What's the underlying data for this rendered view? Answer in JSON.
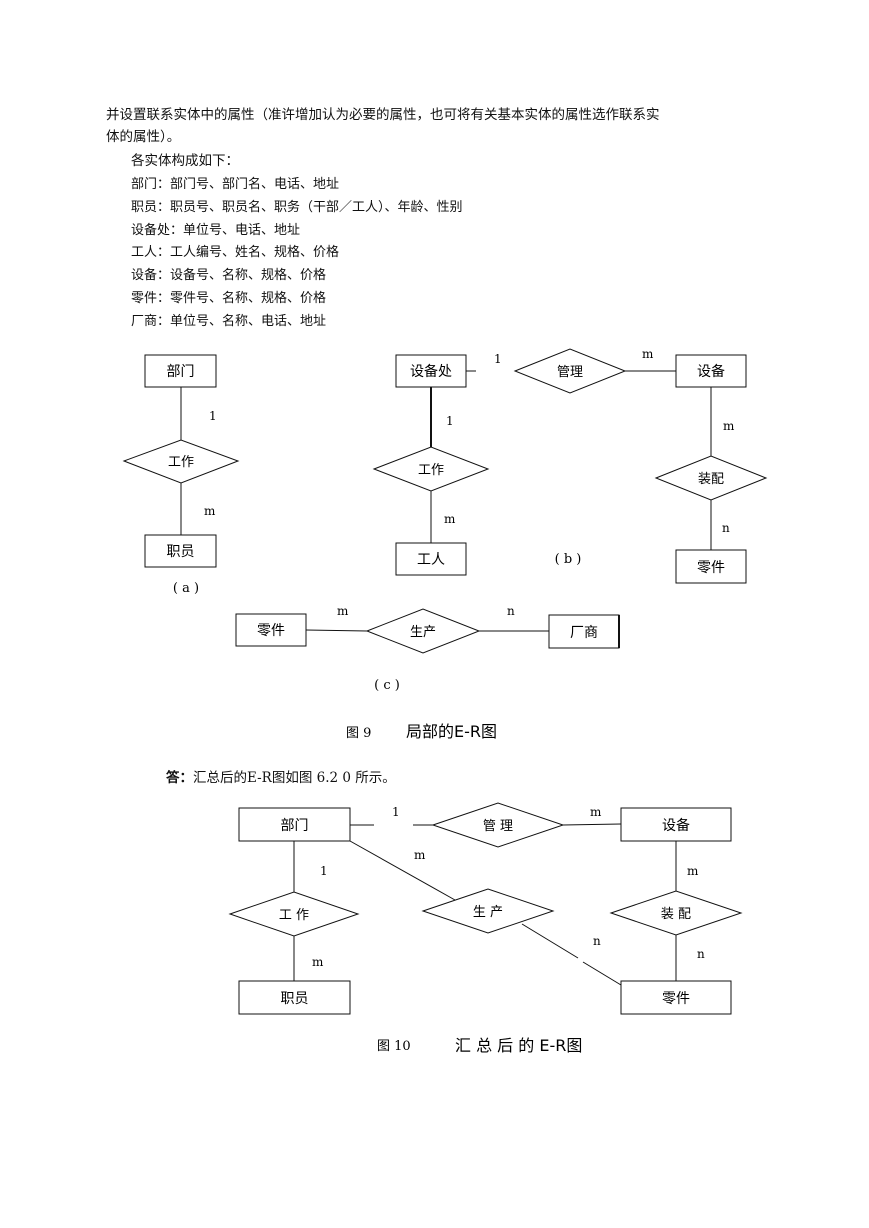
{
  "intro": {
    "line1": "并设置联系实体中的属性（准许增加认为必要的属性，也可将有关基本实体的属性选作联系实",
    "line2": "体的属性）。",
    "heading": "各实体构成如下：",
    "entities": [
      "部门：部门号、部门名、电话、地址",
      "职员：职员号、职员名、职务（干部／工人）、年龄、性别",
      "设备处：单位号、电话、地址",
      "工人：工人编号、姓名、规格、价格",
      "设备：设备号、名称、规格、价格",
      "零件：零件号、名称、规格、价格",
      "厂商：单位号、名称、电话、地址"
    ]
  },
  "fig9": {
    "a": {
      "entity_top": "部门",
      "relation": "工作",
      "entity_bottom": "职员",
      "card_top": "1",
      "card_bottom": "m",
      "label": "( a )"
    },
    "b": {
      "entity_office": "设备处",
      "relation_manage": "管理",
      "entity_equipment": "设备",
      "relation_work": "工作",
      "entity_worker": "工人",
      "relation_assemble": "装配",
      "entity_part": "零件",
      "card_office_manage": "1",
      "card_manage_equipment": "m",
      "card_office_work": "1",
      "card_work_worker": "m",
      "card_equipment_assemble": "m",
      "card_assemble_part": "n",
      "label": "( b )"
    },
    "c": {
      "entity_part": "零件",
      "relation": "生产",
      "entity_vendor": "厂商",
      "card_left": "m",
      "card_right": "n",
      "label": "( c )"
    },
    "caption_num": "图 9",
    "caption_title": "局部的E-R图"
  },
  "answer": {
    "bold": "答：",
    "text": "汇总后的E-R图如图 6.2 0 所示。"
  },
  "fig10": {
    "entity_dept": "部门",
    "relation_manage": "管 理",
    "entity_equipment": "设备",
    "relation_work": "工 作",
    "relation_produce": "生 产",
    "relation_assemble": "装 配",
    "entity_staff": "职员",
    "entity_part": "零件",
    "card_dept_manage": "1",
    "card_manage_equipment": "m",
    "card_dept_work": "1",
    "card_work_staff": "m",
    "card_dept_produce": "m",
    "card_produce_part": "n",
    "card_equipment_assemble": "m",
    "card_assemble_part": "n",
    "caption_num": "图 10",
    "caption_title": "汇 总 后 的 E-R图"
  }
}
